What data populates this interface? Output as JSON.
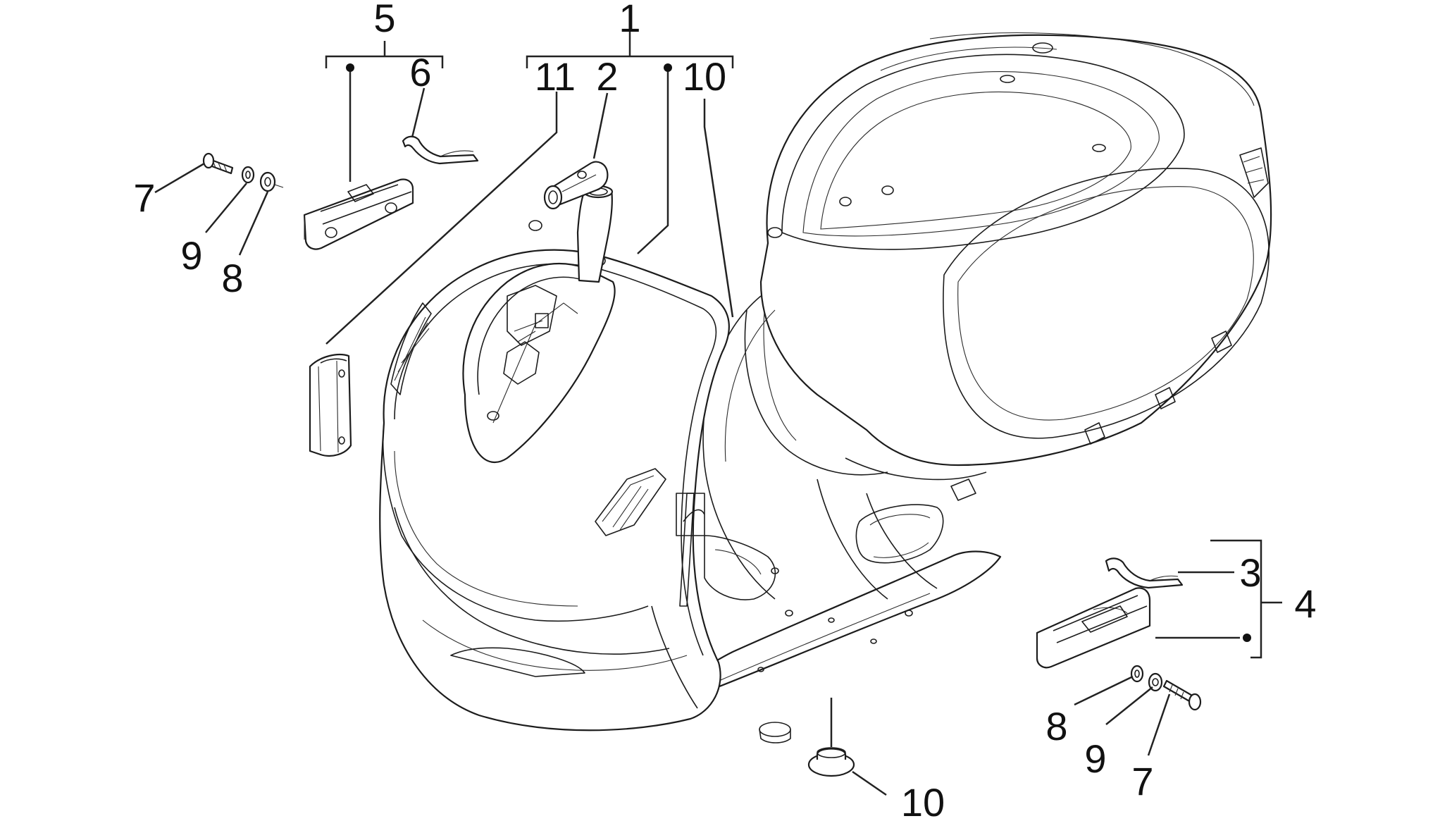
{
  "diagram": {
    "callouts": {
      "c1": "1",
      "c2": "2",
      "c3": "3",
      "c4": "4",
      "c5": "5",
      "c6": "6",
      "c7_left": "7",
      "c7_right": "7",
      "c8_left": "8",
      "c8_right": "8",
      "c9_left": "9",
      "c9_right": "9",
      "c10_top": "10",
      "c10_bottom": "10",
      "c11": "11"
    }
  }
}
